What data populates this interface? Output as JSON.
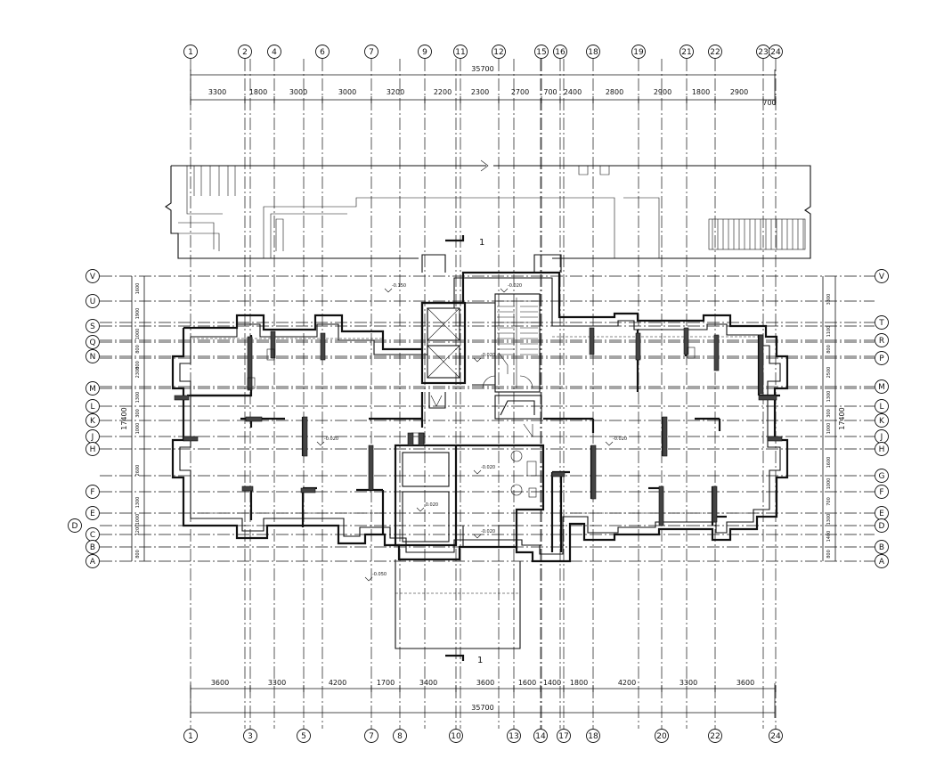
{
  "top_axes": [
    "1",
    "2",
    "4",
    "6",
    "7",
    "9",
    "11",
    "12",
    "15",
    "16",
    "18",
    "19",
    "21",
    "22",
    "23",
    "24"
  ],
  "bottom_axes": [
    "1",
    "3",
    "5",
    "7",
    "8",
    "10",
    "13",
    "14",
    "17",
    "18",
    "20",
    "22",
    "24"
  ],
  "left_axes": [
    "V",
    "U",
    "S",
    "Q",
    "N",
    "M",
    "L",
    "K",
    "J",
    "H",
    "F",
    "E",
    "D",
    "C",
    "B",
    "A"
  ],
  "right_axes": [
    "V",
    "T",
    "R",
    "P",
    "M",
    "L",
    "K",
    "J",
    "H",
    "G",
    "F",
    "E",
    "D",
    "B",
    "A"
  ],
  "top_overall_dim": "35700",
  "top_dims": [
    "3300",
    "1800",
    "3000",
    "3000",
    "3200",
    "2200",
    "2300",
    "2700",
    "700",
    "2400",
    "2800",
    "2900",
    "1800",
    "2900",
    "700"
  ],
  "bottom_overall_dim": "35700",
  "bottom_dims": [
    "3600",
    "3300",
    "4200",
    "1700",
    "3400",
    "3600",
    "1600",
    "1400",
    "1800",
    "4200",
    "3300",
    "3600"
  ],
  "left_overall_dim": "17400",
  "left_dims": [
    "1600",
    "1900",
    "1000",
    "800",
    "800",
    "2300",
    "1300",
    "300",
    "1000",
    "2600",
    "1300",
    "1000",
    "1200",
    "800"
  ],
  "right_overall_dim": "17400",
  "right_dims": [
    "3300",
    "1100",
    "800",
    "2500",
    "1300",
    "300",
    "1000",
    "1600",
    "1000",
    "700",
    "1300",
    "1400",
    "800"
  ],
  "section_labels": [
    "1",
    "1"
  ],
  "elevations": [
    "-0.150",
    "-0.020",
    "-0.020",
    "-0.020",
    "-0.020",
    "-0.020",
    "-0.020",
    "-0.050",
    "-0.020"
  ]
}
